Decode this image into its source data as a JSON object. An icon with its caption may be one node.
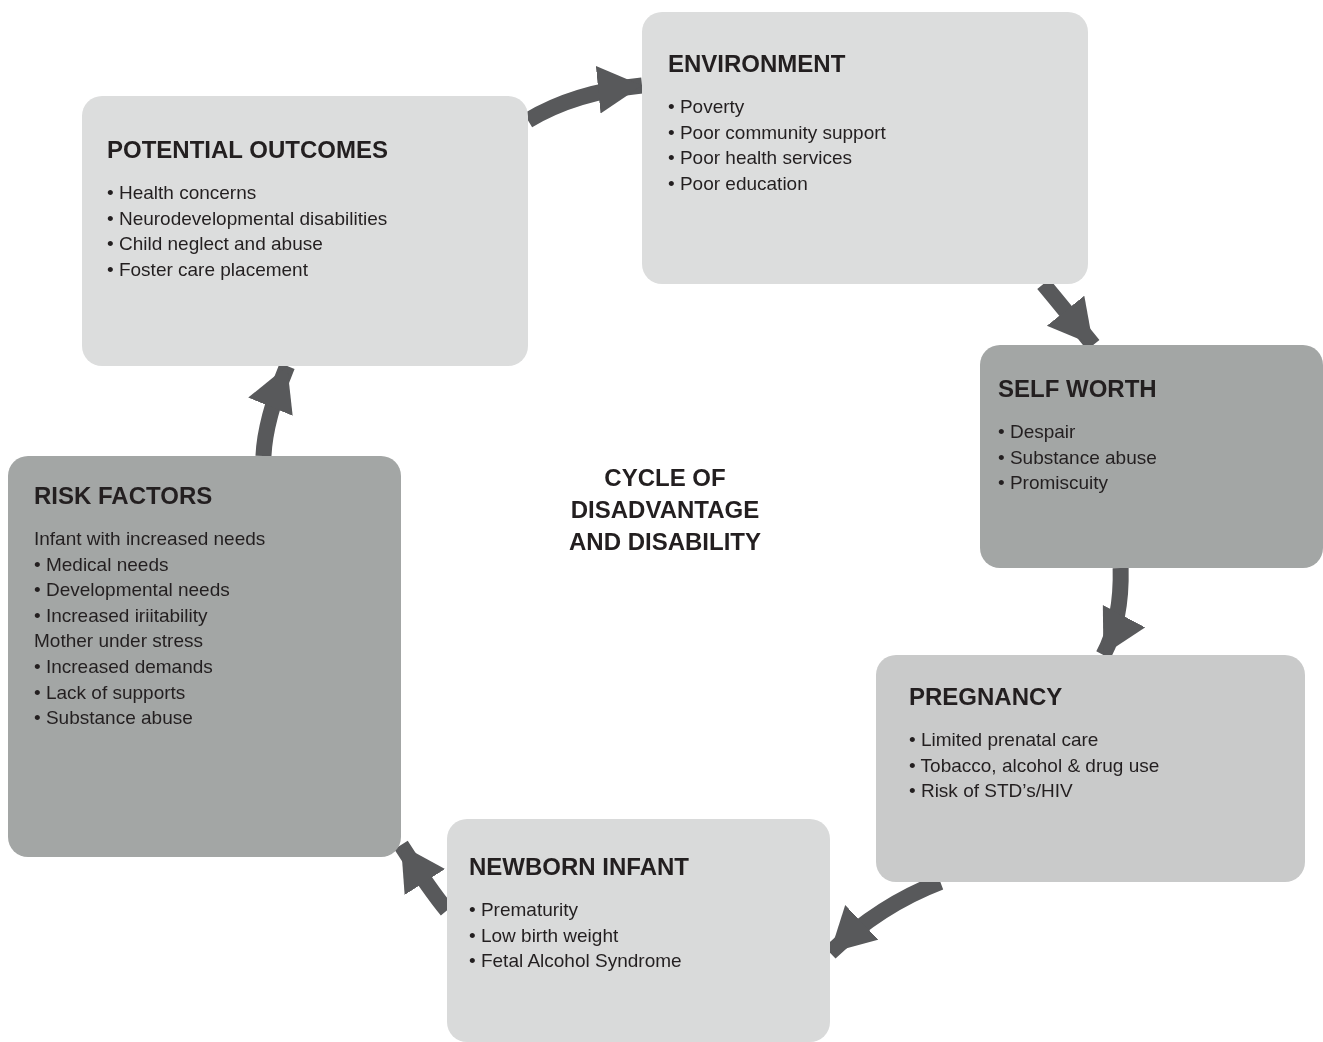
{
  "diagram": {
    "title": "CYCLE OF DISADVANTAGE AND DISABILITY",
    "nodes": [
      {
        "text": [
          "POTENTIAL OUTCOMES",
          "• Health concerns",
          "• Neurodevelopmental disabilities",
          "• Child neglect and abuse",
          "• Foster care placement"
        ]
      },
      {
        "text": [
          "ENVIRONMENT",
          "• Poverty",
          "• Poor community support",
          "• Poor health services",
          "• Poor education"
        ]
      },
      {
        "text": [
          "SELF WORTH",
          "• Despair",
          "• Substance abuse",
          "• Promiscuity"
        ]
      },
      {
        "text": [
          "PREGNANCY",
          "• Limited prenatal care",
          "• Tobacco, alcohol & drug use",
          "• Risk of STD’s/HIV"
        ]
      },
      {
        "text": [
          "NEWBORN INFANT",
          "• Prematurity",
          "• Low birth weight",
          "• Fetal Alcohol Syndrome"
        ]
      },
      {
        "text": [
          "RISK FACTORS",
          "Infant with increased needs",
          "• Medical needs",
          "• Developmental needs",
          "• Increased iriitability",
          "Mother under stress",
          "• Increased demands",
          "• Lack of supports",
          "• Substance abuse"
        ]
      }
    ],
    "edges": [
      {
        "from": 0,
        "to": 1,
        "arrow": "to"
      },
      {
        "from": 1,
        "to": 2,
        "arrow": "to"
      },
      {
        "from": 2,
        "to": 3,
        "arrow": "to"
      },
      {
        "from": 3,
        "to": 4,
        "arrow": "to"
      },
      {
        "from": 4,
        "to": 5,
        "arrow": "to"
      },
      {
        "from": 5,
        "to": 0,
        "arrow": "to"
      }
    ]
  }
}
